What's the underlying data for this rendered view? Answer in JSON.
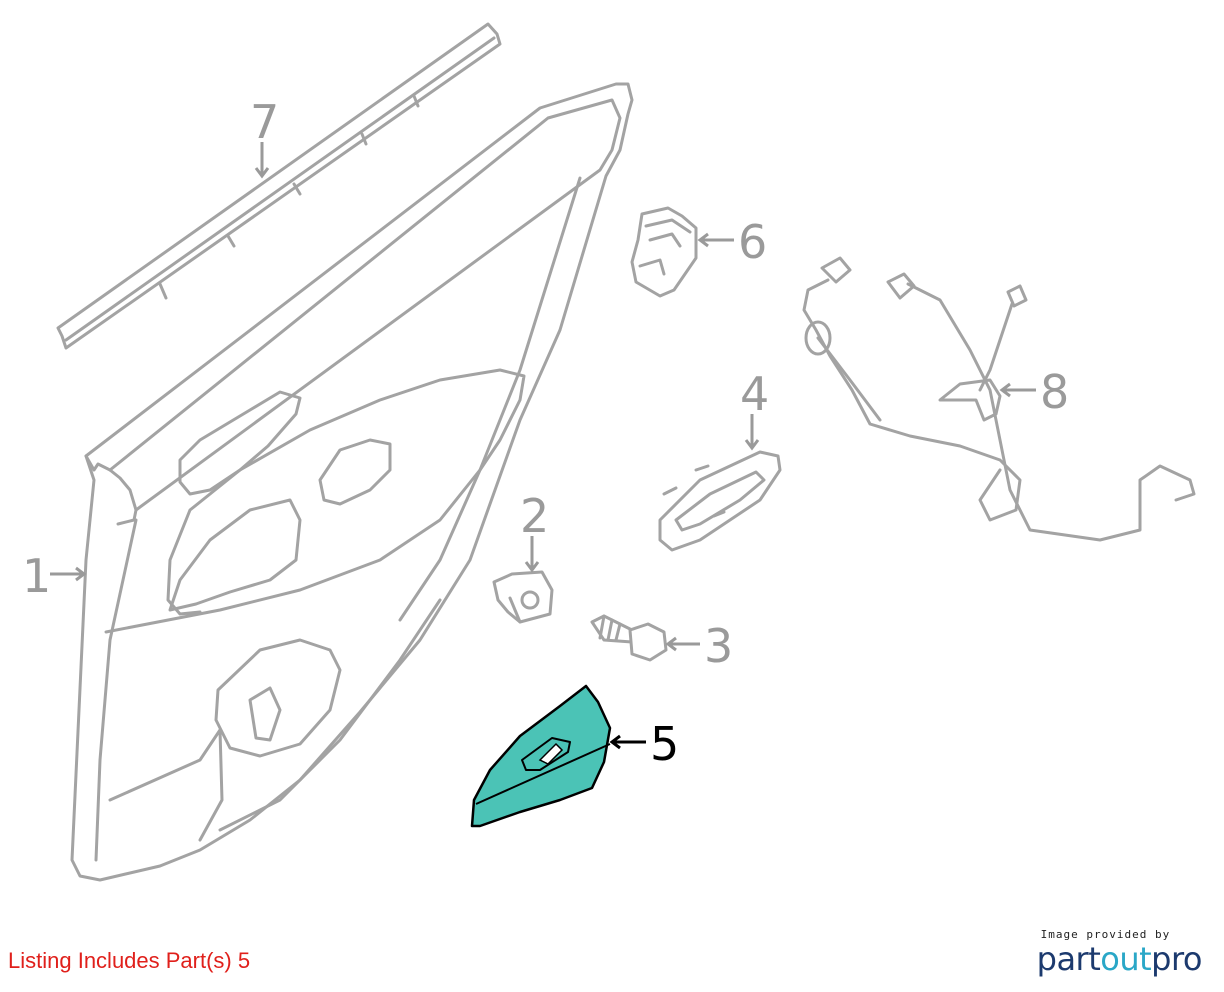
{
  "diagram": {
    "callouts": [
      {
        "number": "1",
        "highlighted": false
      },
      {
        "number": "2",
        "highlighted": false
      },
      {
        "number": "3",
        "highlighted": false
      },
      {
        "number": "4",
        "highlighted": false
      },
      {
        "number": "5",
        "highlighted": true
      },
      {
        "number": "6",
        "highlighted": false
      },
      {
        "number": "7",
        "highlighted": false
      },
      {
        "number": "8",
        "highlighted": false
      }
    ],
    "highlight_color": "#4bc3b6",
    "outline_color": "#a3a3a3"
  },
  "footer": {
    "listing_note": "Listing Includes Part(s) 5",
    "listing_note_color": "#e0201b",
    "credit": "Image provided by",
    "brand_part1": "part",
    "brand_part2": "out",
    "brand_part3": "pro"
  }
}
